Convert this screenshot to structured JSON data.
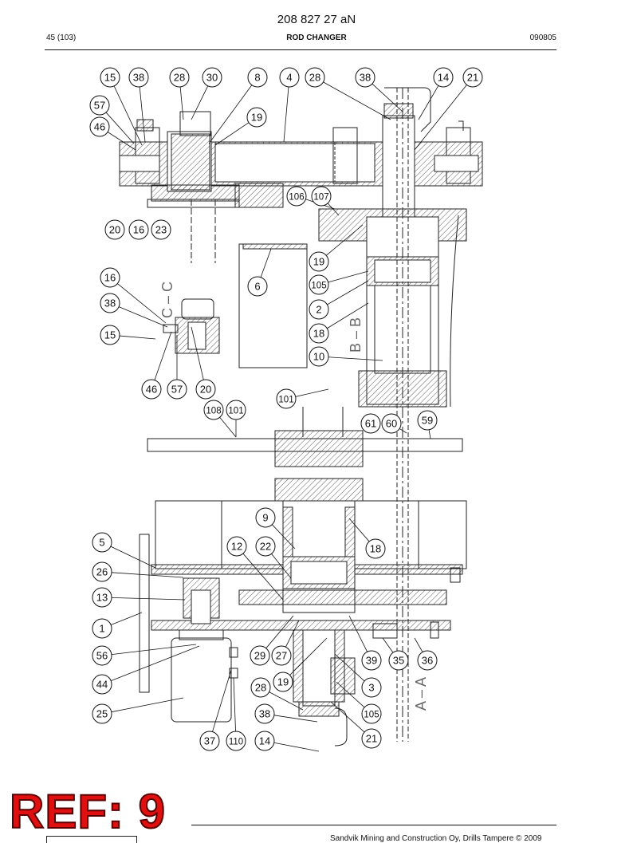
{
  "header": {
    "doc_number": "208 827 27 aN",
    "page": "45 (103)",
    "title": "ROD CHANGER",
    "date_code": "090805"
  },
  "section_labels": [
    "C – C",
    "B – B",
    "A – A"
  ],
  "callouts": [
    "15",
    "38",
    "28",
    "30",
    "8",
    "4",
    "28",
    "38",
    "14",
    "21",
    "57",
    "46",
    "19",
    "106",
    "107",
    "20",
    "16",
    "23",
    "19",
    "105",
    "16",
    "6",
    "38",
    "2",
    "15",
    "18",
    "10",
    "46",
    "57",
    "20",
    "101",
    "108",
    "101",
    "61",
    "60",
    "59",
    "9",
    "5",
    "12",
    "22",
    "18",
    "26",
    "13",
    "1",
    "56",
    "29",
    "27",
    "39",
    "35",
    "36",
    "19",
    "44",
    "28",
    "3",
    "25",
    "38",
    "105",
    "37",
    "110",
    "14",
    "21"
  ],
  "reference_stamp": "REF: 9",
  "footer": {
    "copyright": "Sandvik Mining and Construction Oy, Drills Tampere © 2009"
  }
}
